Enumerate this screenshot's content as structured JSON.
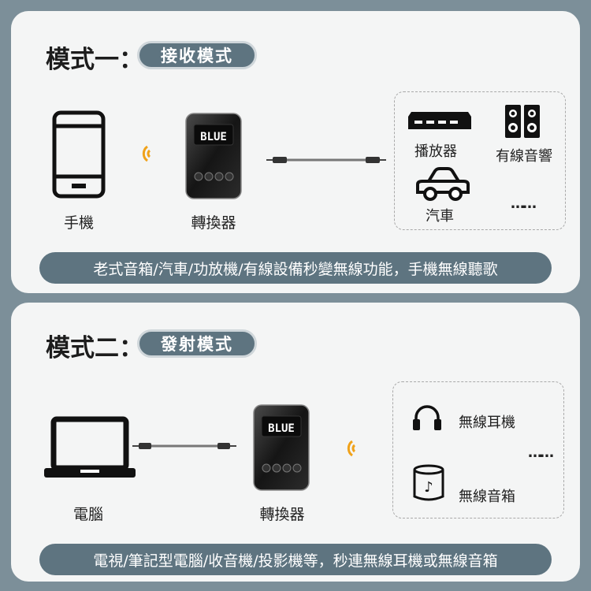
{
  "mode1": {
    "title": "模式一：",
    "badge": "接收模式",
    "phone_label": "手機",
    "converter_label": "轉換器",
    "display_text": "BLUE",
    "devices": {
      "player": "播放器",
      "speaker": "有線音響",
      "car": "汽車",
      "more": "……"
    },
    "caption": "老式音箱/汽車/功放機/有線設備秒變無線功能，手機無線聽歌"
  },
  "mode2": {
    "title": "模式二：",
    "badge": "發射模式",
    "laptop_label": "電腦",
    "converter_label": "轉換器",
    "display_text": "BLUE",
    "devices": {
      "headphones": "無線耳機",
      "more": "……",
      "speaker": "無線音箱"
    },
    "caption": "電視/筆記型電腦/收音機/投影機等，秒連無線耳機或無線音箱"
  },
  "colors": {
    "background": "#7c8f99",
    "card": "#f4f5f5",
    "pill": "#5e7480",
    "wifi_signal": "#f0a21a"
  }
}
